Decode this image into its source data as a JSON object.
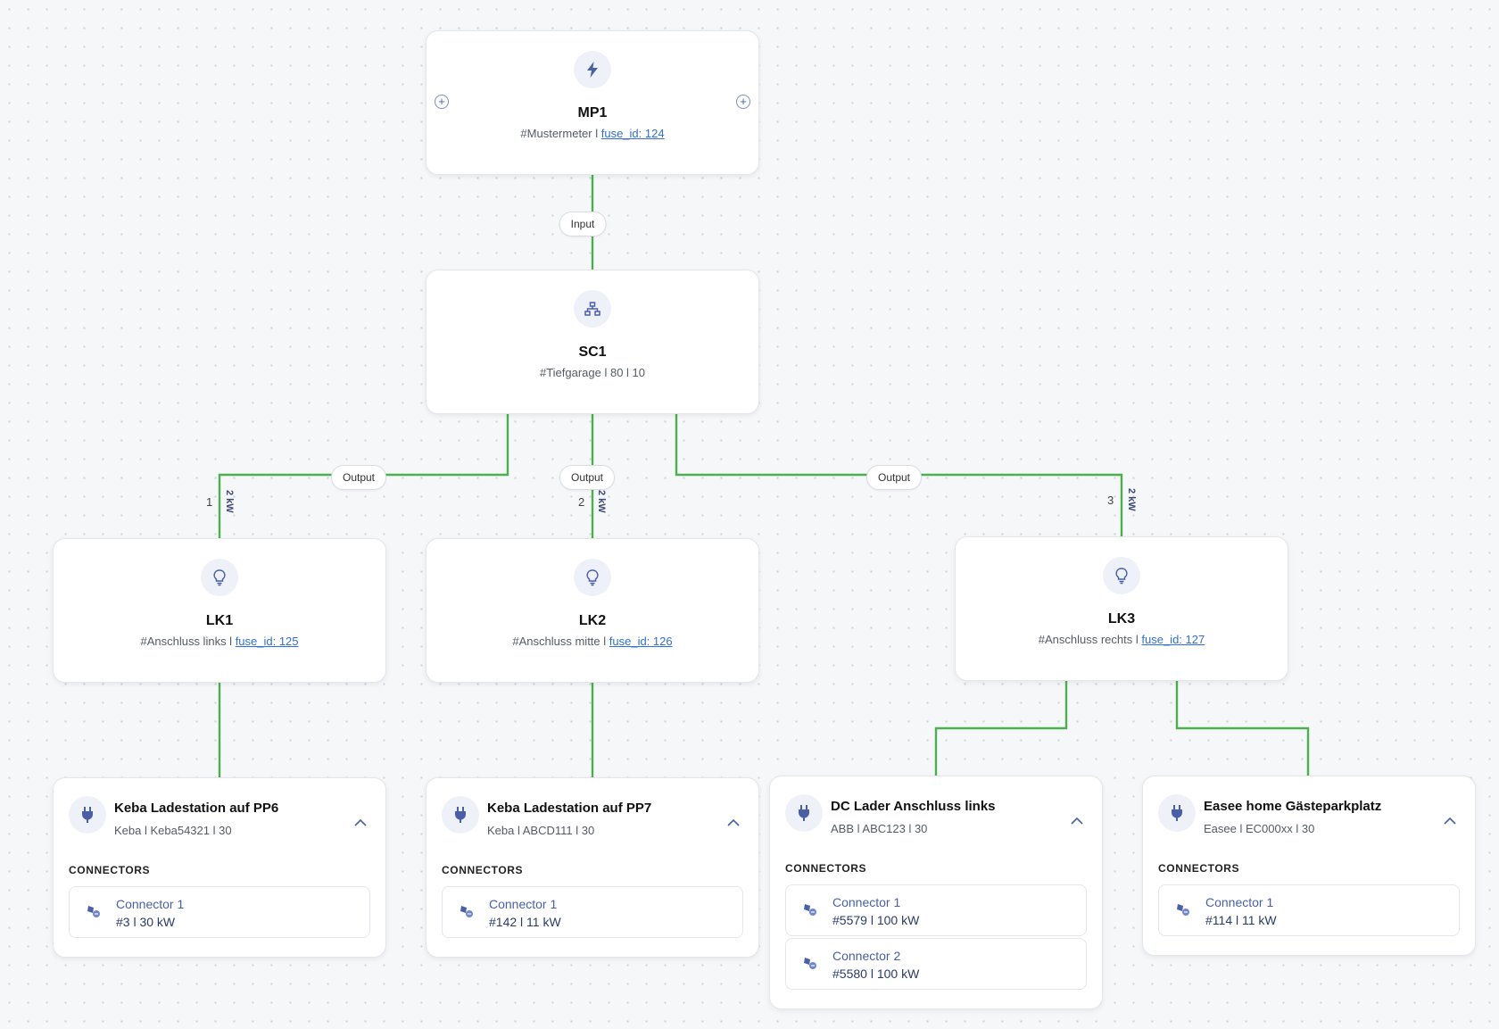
{
  "colors": {
    "wire": "#4caf50",
    "accent": "#4a5fa8",
    "link": "#2f6fd6"
  },
  "meter": {
    "icon": "lightning-icon",
    "title": "MP1",
    "sub_prefix": "#Mustermeter l ",
    "link": "fuse_id: 124",
    "handle_left": "+",
    "handle_right": "+"
  },
  "input_label": "Input",
  "controller": {
    "icon": "network-icon",
    "title": "SC1",
    "sub": "#Tiefgarage l 80 l 10"
  },
  "outputs": [
    {
      "label": "Output",
      "port": "1",
      "power": "2 kW"
    },
    {
      "label": "Output",
      "port": "2",
      "power": "2 kW"
    },
    {
      "label": "Output",
      "port": "3",
      "power": "2 kW"
    }
  ],
  "circuits": [
    {
      "icon": "lightbulb-icon",
      "title": "LK1",
      "sub_prefix": "#Anschluss links l ",
      "link": "fuse_id: 125"
    },
    {
      "icon": "lightbulb-icon",
      "title": "LK2",
      "sub_prefix": "#Anschluss mitte l ",
      "link": "fuse_id: 126"
    },
    {
      "icon": "lightbulb-icon",
      "title": "LK3",
      "sub_prefix": "#Anschluss rechts l ",
      "link": "fuse_id: 127"
    }
  ],
  "connectors_heading": "CONNECTORS",
  "stations": [
    {
      "icon": "plug-icon",
      "title": "Keba Ladestation auf PP6",
      "sub": "Keba l Keba54321 l 30",
      "connectors": [
        {
          "name": "Connector 1",
          "meta": "#3 l 30 kW"
        }
      ]
    },
    {
      "icon": "plug-icon",
      "title": "Keba Ladestation auf PP7",
      "sub": "Keba l ABCD111 l 30",
      "connectors": [
        {
          "name": "Connector 1",
          "meta": "#142 l 11 kW"
        }
      ]
    },
    {
      "icon": "plug-icon",
      "title": "DC Lader Anschluss links",
      "sub": "ABB l ABC123 l 30",
      "connectors": [
        {
          "name": "Connector 1",
          "meta": "#5579 l 100 kW"
        },
        {
          "name": "Connector 2",
          "meta": "#5580 l 100 kW"
        }
      ]
    },
    {
      "icon": "plug-icon",
      "title": "Easee home Gästeparkplatz",
      "sub": "Easee l EC000xx l 30",
      "connectors": [
        {
          "name": "Connector 1",
          "meta": "#114 l 11 kW"
        }
      ]
    }
  ]
}
